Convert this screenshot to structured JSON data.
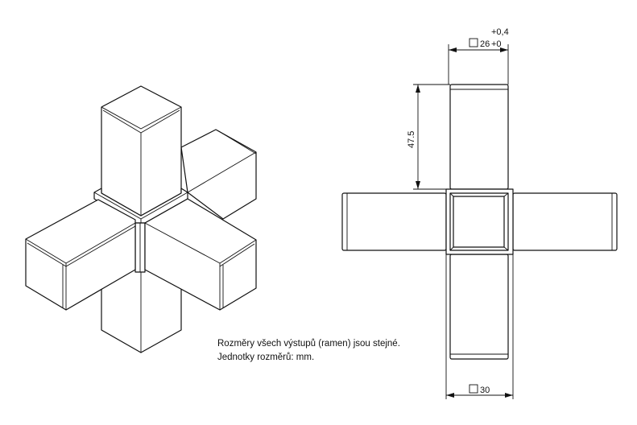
{
  "dimensions": {
    "width_tolerance_upper": "+0,4",
    "width_value": "26",
    "width_tolerance_lower": "+0",
    "arm_length": "47.5",
    "center_size": "30"
  },
  "notes": [
    "Rozměry všech výstupů (ramen) jsou stejné.",
    "Jednotky rozměrů: mm."
  ]
}
